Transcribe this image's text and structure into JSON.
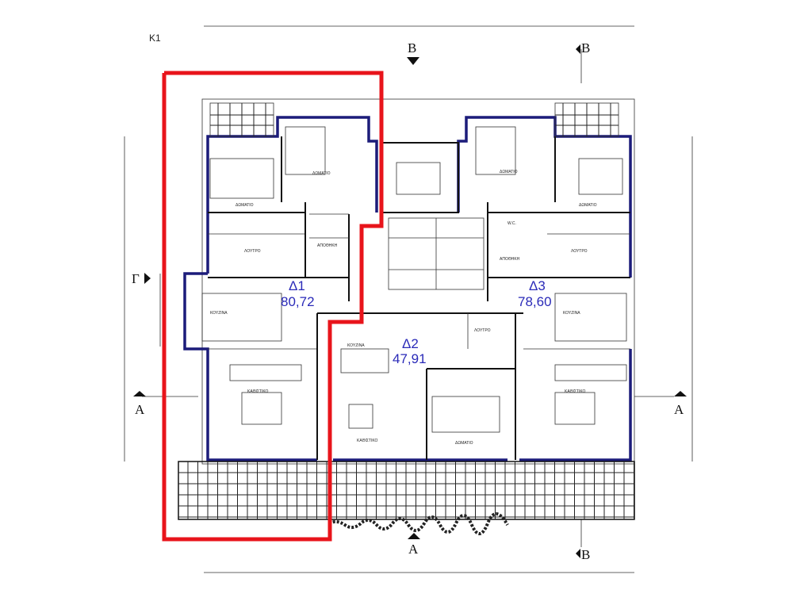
{
  "sheet_label": "K1",
  "section_marks": {
    "top_b": "B",
    "top_right_b": "B",
    "left_gamma": "Γ",
    "left_a": "A",
    "right_a": "A",
    "bottom_a": "A",
    "bottom_right_b": "B"
  },
  "units": [
    {
      "name": "Δ1",
      "area": "80,72"
    },
    {
      "name": "Δ2",
      "area": "47,91"
    },
    {
      "name": "Δ3",
      "area": "78,60"
    }
  ],
  "rooms": {
    "d1_bedroom1": "ΔΩΜΑΤΙΟ",
    "d1_bedroom2": "ΔΩΜΑΤΙΟ",
    "d1_bath": "ΛΟΥΤΡΟ",
    "d1_storage": "ΑΠΟΘΗΚΗ",
    "d1_kitchen": "ΚΟΥΖΙΝΑ",
    "d1_living": "ΚΑΘΙΣΤΙΚΟ",
    "d2_kitchen": "ΚΟΥΖΙΝΑ",
    "d2_living": "ΚΑΘΙΣΤΙΚΟ",
    "d2_bedroom": "ΔΩΜΑΤΙΟ",
    "d2_bath": "ΛΟΥΤΡΟ",
    "d3_bedroom1": "ΔΩΜΑΤΙΟ",
    "d3_bedroom2": "ΔΩΜΑΤΙΟ",
    "d3_wc": "W.C.",
    "d3_bath": "ΛΟΥΤΡΟ",
    "d3_storage": "ΑΠΟΘΗΚΗ",
    "d3_kitchen": "ΚΟΥΖΙΝΑ",
    "d3_living": "ΚΑΘΙΣΤΙΚΟ"
  },
  "colors": {
    "highlight": "#e8141b",
    "unit_label": "#2a2ab8",
    "exterior_wall": "#1c1c7a"
  }
}
